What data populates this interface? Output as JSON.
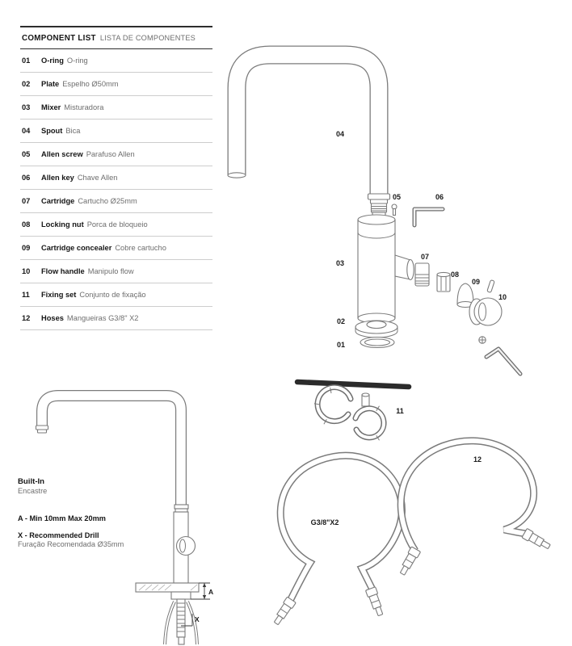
{
  "component_list": {
    "title_en": "COMPONENT LIST",
    "title_pt": "LISTA DE COMPONENTES",
    "items": [
      {
        "num": "01",
        "en": "O-ring",
        "pt": "O-ring"
      },
      {
        "num": "02",
        "en": "Plate",
        "pt": "Espelho Ø50mm"
      },
      {
        "num": "03",
        "en": "Mixer",
        "pt": "Misturadora"
      },
      {
        "num": "04",
        "en": "Spout",
        "pt": "Bica"
      },
      {
        "num": "05",
        "en": "Allen screw",
        "pt": "Parafuso Allen"
      },
      {
        "num": "06",
        "en": "Allen key",
        "pt": "Chave Allen"
      },
      {
        "num": "07",
        "en": "Cartridge",
        "pt": "Cartucho Ø25mm"
      },
      {
        "num": "08",
        "en": "Locking nut",
        "pt": "Porca de bloqueio"
      },
      {
        "num": "09",
        "en": "Cartridge concealer",
        "pt": "Cobre cartucho"
      },
      {
        "num": "10",
        "en": "Flow handle",
        "pt": "Manipulo flow"
      },
      {
        "num": "11",
        "en": "Fixing set",
        "pt": "Conjunto de fixação"
      },
      {
        "num": "12",
        "en": "Hoses",
        "pt": "Mangueiras G3/8\" X2"
      }
    ]
  },
  "diagram": {
    "labels": {
      "p01": "01",
      "p02": "02",
      "p03": "03",
      "p04": "04",
      "p05": "05",
      "p06": "06",
      "p07": "07",
      "p08": "08",
      "p09": "09",
      "p10": "10",
      "p11": "11",
      "p12": "12",
      "hose_size": "G3/8\"X2"
    }
  },
  "built_in": {
    "title_en": "Built-In",
    "title_pt": "Encastre",
    "dim_a": "A - Min 10mm Max 20mm",
    "drill_en": "X - Recommended Drill",
    "drill_pt": "Furação Recomendada Ø35mm",
    "marker_a": "A",
    "marker_x": "X"
  },
  "colors": {
    "line": "#7b7b7b",
    "dark_rod": "#2b2b2b",
    "text": "#161616",
    "muted_text": "#6e6e6e"
  }
}
